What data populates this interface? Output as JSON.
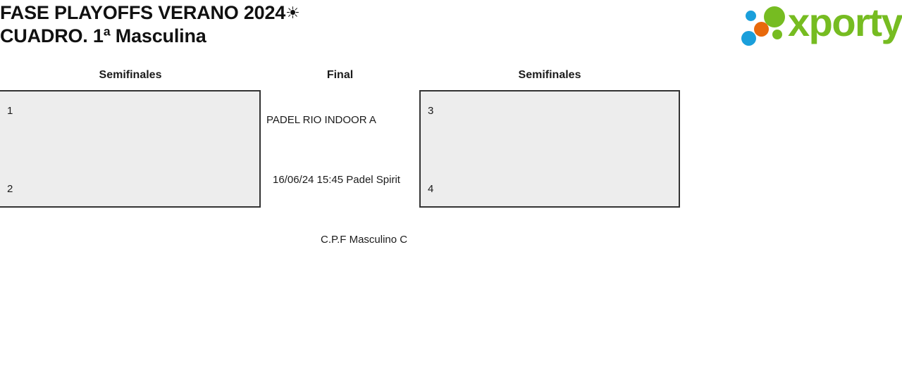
{
  "header": {
    "title_line1": "FASE PLAYOFFS VERANO 2024",
    "title_sun_glyph": "☀",
    "title_line2": "CUADRO. 1ª Masculina"
  },
  "logo": {
    "wordmark": "xporty",
    "green": "#76bc21",
    "blue": "#1a9fdb",
    "orange": "#e8690b",
    "dots": [
      {
        "name": "blue-small",
        "color": "#1a9fdb"
      },
      {
        "name": "green-large",
        "color": "#76bc21"
      },
      {
        "name": "orange-medium",
        "color": "#e8690b"
      },
      {
        "name": "green-small",
        "color": "#76bc21"
      },
      {
        "name": "blue-large",
        "color": "#1a9fdb"
      }
    ]
  },
  "bracket": {
    "box_fill": "#ededed",
    "box_border": "#333333",
    "rounds": [
      {
        "id": "semifinales-left",
        "label": "Semifinales"
      },
      {
        "id": "final",
        "label": "Final"
      },
      {
        "id": "semifinales-right",
        "label": "Semifinales"
      }
    ],
    "left_match": {
      "seed_top": "1",
      "seed_bottom": "2"
    },
    "right_match": {
      "seed_top": "3",
      "seed_bottom": "4"
    },
    "final_match": {
      "top_entry": "PADEL RIO INDOOR A",
      "bottom_entry": "16/06/24 15:45 Padel Spirit"
    },
    "champion": "C.P.F Masculino C"
  }
}
